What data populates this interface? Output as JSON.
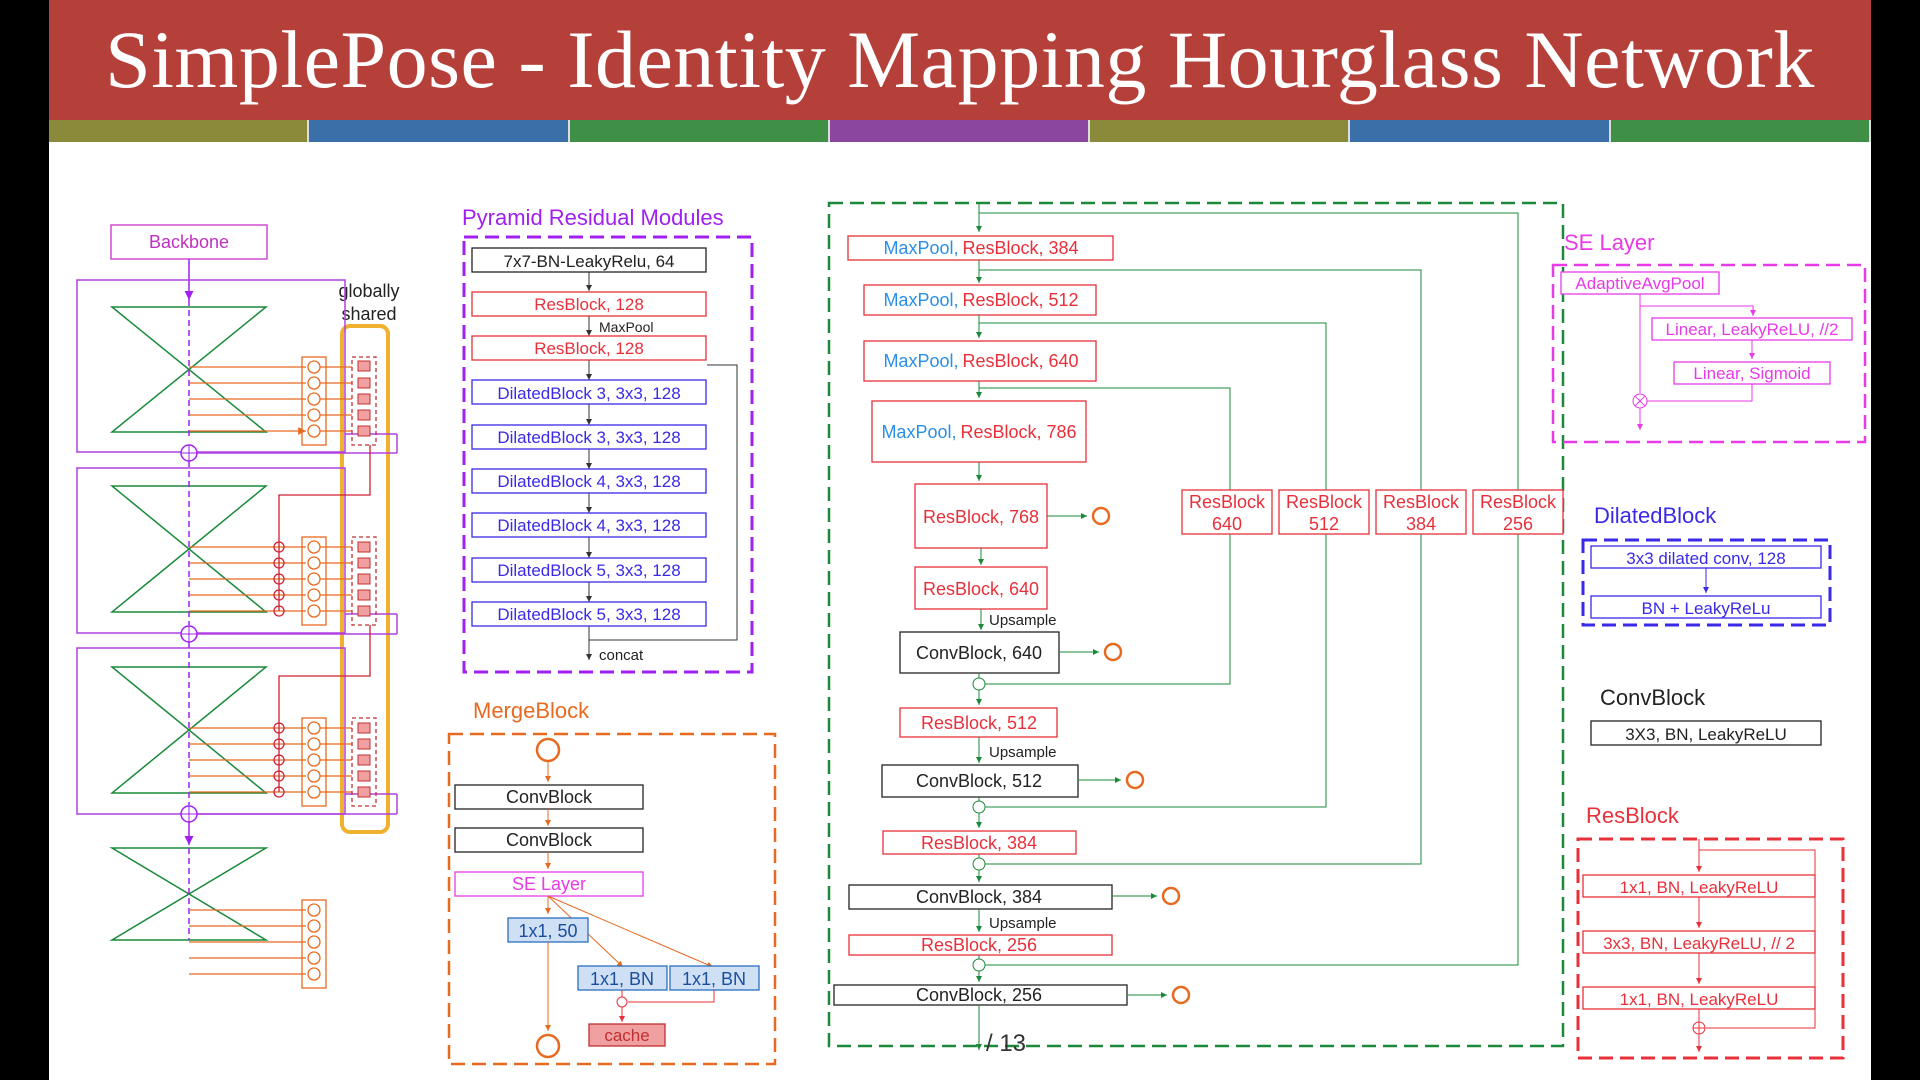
{
  "title": "SimplePose - Identity Mapping Hourglass Network",
  "colors": {
    "title_bg": "#b5403a",
    "stripes": [
      "#8a8a3a",
      "#3b6fa8",
      "#3f8f46",
      "#8b46a0",
      "#8a8a3a",
      "#3b6fa8",
      "#3f8f46"
    ],
    "purple": "#a020f0",
    "magenta": "#e83ae8",
    "red": "#e8303a",
    "blue": "#2a8fe8",
    "indigo": "#3a2ae8",
    "orange": "#e86a20",
    "green": "#1a8a3a",
    "gold": "#f0b030"
  },
  "left": {
    "backbone": "Backbone",
    "globally": "globally",
    "shared": "shared"
  },
  "prm": {
    "title": "Pyramid Residual Modules",
    "rows": [
      "7x7-BN-LeakyRelu, 64",
      "ResBlock, 128",
      "ResBlock, 128",
      "DilatedBlock 3, 3x3, 128",
      "DilatedBlock 3, 3x3, 128",
      "DilatedBlock 4, 3x3, 128",
      "DilatedBlock 4, 3x3, 128",
      "DilatedBlock 5, 3x3, 128",
      "DilatedBlock 5, 3x3, 128"
    ],
    "maxpool": "MaxPool",
    "concat": "concat"
  },
  "merge": {
    "title": "MergeBlock",
    "conv1": "ConvBlock",
    "conv2": "ConvBlock",
    "se": "SE Layer",
    "c50": "1x1, 50",
    "bn1": "1x1, BN",
    "bn2": "1x1, BN",
    "cache": "cache"
  },
  "hg": {
    "down": [
      {
        "pool": "MaxPool,",
        "res": "ResBlock, 384"
      },
      {
        "pool": "MaxPool,",
        "res": "ResBlock, 512"
      },
      {
        "pool": "MaxPool,",
        "res": "ResBlock, 640"
      },
      {
        "pool": "MaxPool,",
        "res": "ResBlock, 786"
      }
    ],
    "res768": "ResBlock, 768",
    "res640": "ResBlock, 640",
    "conv640": "ConvBlock, 640",
    "res512": "ResBlock, 512",
    "conv512": "ConvBlock, 512",
    "res384": "ResBlock, 384",
    "conv384": "ConvBlock, 384",
    "res256": "ResBlock, 256",
    "conv256": "ConvBlock, 256",
    "upsample": "Upsample",
    "skips": [
      {
        "l1": "ResBlock",
        "l2": "640"
      },
      {
        "l1": "ResBlock",
        "l2": "512"
      },
      {
        "l1": "ResBlock",
        "l2": "384"
      },
      {
        "l1": "ResBlock",
        "l2": "256"
      }
    ]
  },
  "se_layer": {
    "title": "SE Layer",
    "avg": "AdaptiveAvgPool",
    "lin1": "Linear, LeakyReLU, //2",
    "lin2": "Linear, Sigmoid"
  },
  "dilated": {
    "title": "DilatedBlock",
    "r1": "3x3 dilated conv, 128",
    "r2": "BN + LeakyReLu"
  },
  "convblock": {
    "title": "ConvBlock",
    "r1": "3X3, BN, LeakyReLU"
  },
  "resblock": {
    "title": "ResBlock",
    "r1": "1x1, BN, LeakyReLU",
    "r2": "3x3, BN, LeakyReLU, // 2",
    "r3": "1x1, BN, LeakyReLU"
  },
  "page": "/ 13"
}
